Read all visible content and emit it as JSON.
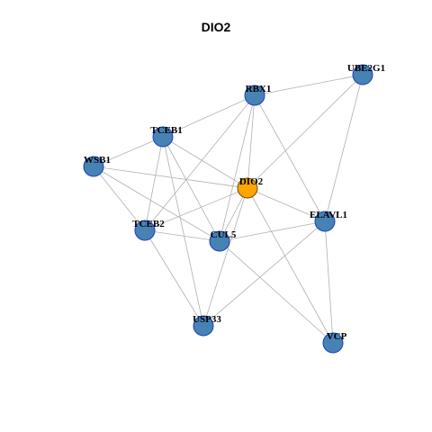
{
  "title": "DIO2",
  "colors": {
    "node_fill": "#4682B4",
    "node_stroke": "#1f3fbf",
    "highlight_fill": "#FFA500",
    "highlight_stroke": "#7a4b00",
    "edge": "#b0b0b0"
  },
  "nodes": [
    {
      "id": "DIO2",
      "label": "DIO2",
      "highlight": true
    },
    {
      "id": "UBE2G1",
      "label": "UBE2G1"
    },
    {
      "id": "RBX1",
      "label": "RBX1"
    },
    {
      "id": "TCEB1",
      "label": "TCEB1"
    },
    {
      "id": "WSB1",
      "label": "WSB1"
    },
    {
      "id": "TCEB2",
      "label": "TCEB2"
    },
    {
      "id": "CUL5",
      "label": "CUL5"
    },
    {
      "id": "ELAVL1",
      "label": "ELAVL1"
    },
    {
      "id": "USP33",
      "label": "USP33"
    },
    {
      "id": "VCP",
      "label": "VCP"
    }
  ],
  "edges": [
    [
      "RBX1",
      "UBE2G1"
    ],
    [
      "RBX1",
      "TCEB1"
    ],
    [
      "RBX1",
      "TCEB2"
    ],
    [
      "RBX1",
      "DIO2"
    ],
    [
      "RBX1",
      "CUL5"
    ],
    [
      "RBX1",
      "ELAVL1"
    ],
    [
      "UBE2G1",
      "DIO2"
    ],
    [
      "UBE2G1",
      "ELAVL1"
    ],
    [
      "TCEB1",
      "WSB1"
    ],
    [
      "TCEB1",
      "DIO2"
    ],
    [
      "TCEB1",
      "TCEB2"
    ],
    [
      "TCEB1",
      "CUL5"
    ],
    [
      "TCEB1",
      "USP33"
    ],
    [
      "WSB1",
      "DIO2"
    ],
    [
      "WSB1",
      "TCEB2"
    ],
    [
      "WSB1",
      "CUL5"
    ],
    [
      "DIO2",
      "TCEB2"
    ],
    [
      "DIO2",
      "CUL5"
    ],
    [
      "DIO2",
      "ELAVL1"
    ],
    [
      "DIO2",
      "USP33"
    ],
    [
      "DIO2",
      "VCP"
    ],
    [
      "TCEB2",
      "CUL5"
    ],
    [
      "TCEB2",
      "USP33"
    ],
    [
      "CUL5",
      "ELAVL1"
    ],
    [
      "CUL5",
      "VCP"
    ],
    [
      "ELAVL1",
      "USP33"
    ],
    [
      "ELAVL1",
      "VCP"
    ]
  ]
}
